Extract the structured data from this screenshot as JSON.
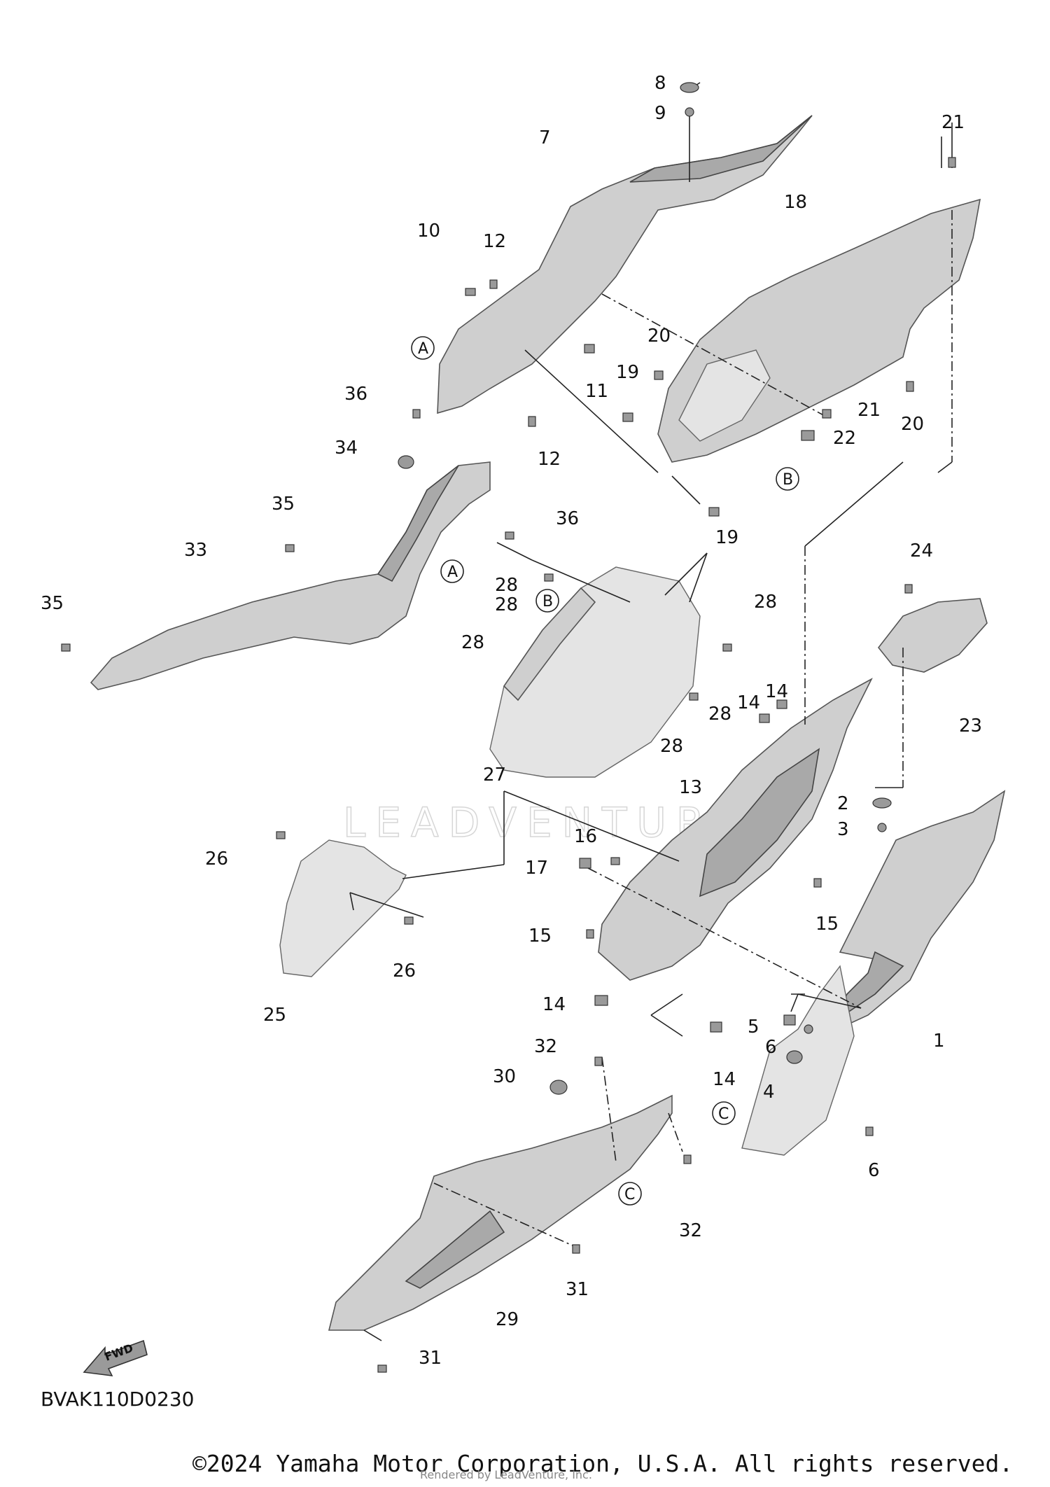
{
  "diagram": {
    "code": "BVAK110D0230",
    "copyright": "©2024 Yamaha Motor Corporation, U.S.A. All rights reserved.",
    "watermark": "LEADVENTURE",
    "rendered_by": "Rendered by LeadVenture, Inc.",
    "fwd_label": "FWD",
    "callouts": {
      "a": "A",
      "b": "B",
      "c": "C"
    },
    "labels": {
      "n1": "1",
      "n2": "2",
      "n3": "3",
      "n4": "4",
      "n5": "5",
      "n6a": "6",
      "n6b": "6",
      "n7": "7",
      "n8": "8",
      "n9": "9",
      "n10": "10",
      "n11": "11",
      "n12a": "12",
      "n12b": "12",
      "n13": "13",
      "n14a": "14",
      "n14b": "14",
      "n14c": "14",
      "n14d": "14",
      "n15a": "15",
      "n15b": "15",
      "n16": "16",
      "n17": "17",
      "n18": "18",
      "n19a": "19",
      "n19b": "19",
      "n20a": "20",
      "n20b": "20",
      "n21a": "21",
      "n21b": "21",
      "n22": "22",
      "n23": "23",
      "n24": "24",
      "n25": "25",
      "n26a": "26",
      "n26b": "26",
      "n27": "27",
      "n28a": "28",
      "n28b": "28",
      "n28c": "28",
      "n28d": "28",
      "n28e": "28",
      "n28f": "28",
      "n29": "29",
      "n30": "30",
      "n31a": "31",
      "n31b": "31",
      "n32a": "32",
      "n32b": "32",
      "n33": "33",
      "n34": "34",
      "n35a": "35",
      "n35b": "35",
      "n36a": "36",
      "n36b": "36"
    }
  }
}
